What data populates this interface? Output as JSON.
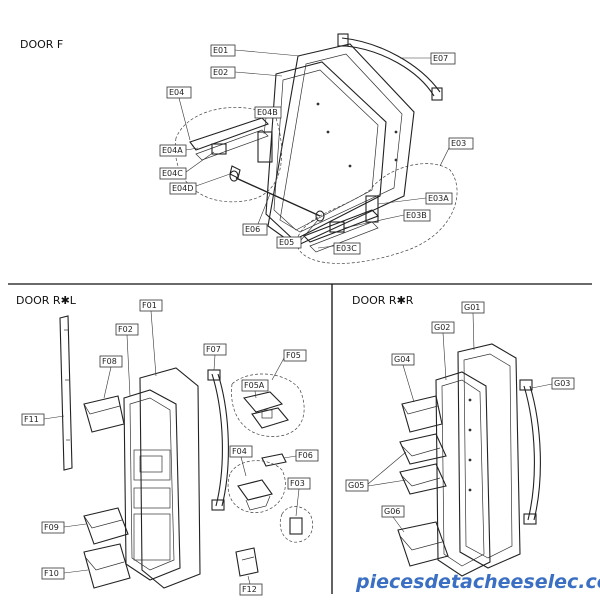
{
  "sections": {
    "door_f": "DOOR F",
    "door_rl": "DOOR R✱L",
    "door_rr": "DOOR R✱R"
  },
  "labels": {
    "e01": "E01",
    "e02": "E02",
    "e07": "E07",
    "e04": "E04",
    "e04b": "E04B",
    "e04a": "E04A",
    "e04c": "E04C",
    "e04d": "E04D",
    "e03": "E03",
    "e03a": "E03A",
    "e03b": "E03B",
    "e03c": "E03C",
    "e05": "E05",
    "e06": "E06",
    "f01": "F01",
    "f02": "F02",
    "f07": "F07",
    "f08": "F08",
    "f05": "F05",
    "f05a": "F05A",
    "f11": "F11",
    "f04": "F04",
    "f06": "F06",
    "f03": "F03",
    "f09": "F09",
    "f10": "F10",
    "f12": "F12",
    "g01": "G01",
    "g02": "G02",
    "g04": "G04",
    "g03": "G03",
    "g05": "G05",
    "g06": "G06"
  },
  "watermark": "piecesdetacheeselec.com"
}
